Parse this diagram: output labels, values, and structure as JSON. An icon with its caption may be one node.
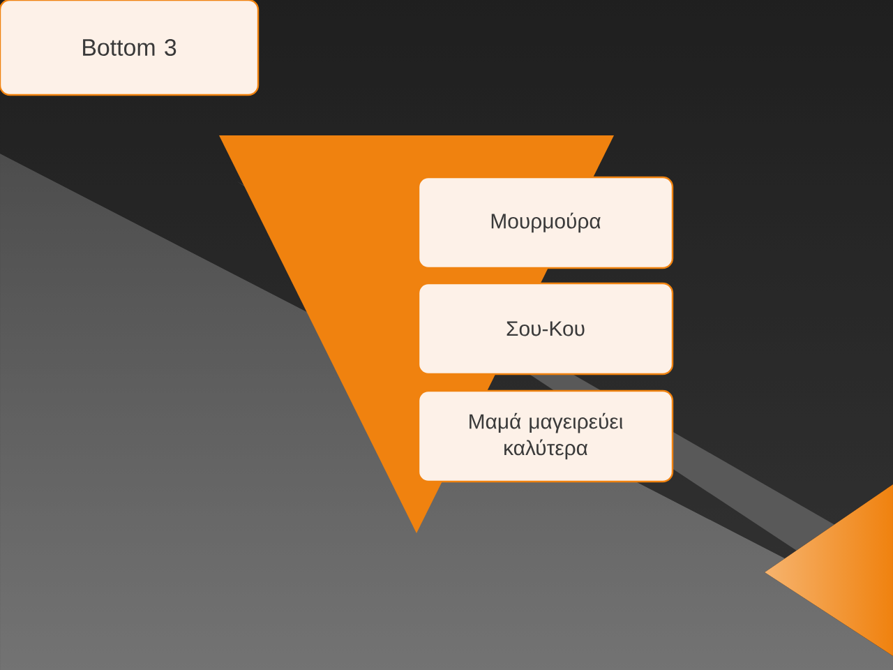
{
  "diagram": {
    "nodes": [
      {
        "text": [
          "Bottom 3"
        ]
      },
      {
        "text": [],
        "shape": "triangle"
      },
      {
        "text": [
          "Μουρμούρα"
        ]
      },
      {
        "text": [
          "Σου-Κου"
        ]
      },
      {
        "text": [
          "Μαμά μαγειρεύει καλύτερα"
        ]
      }
    ]
  }
}
